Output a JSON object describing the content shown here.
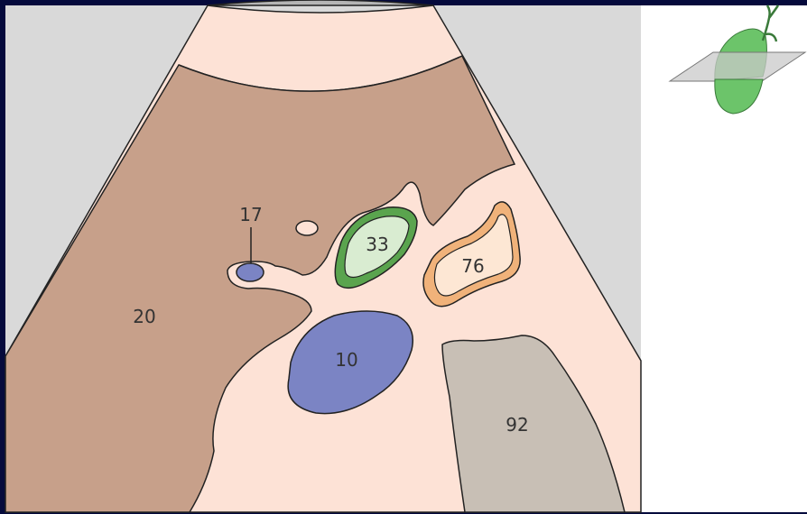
{
  "labels": {
    "a": "17",
    "b": "20",
    "c": "33",
    "d": "76",
    "e": "10",
    "f": "92"
  },
  "colors": {
    "background_frame": "#050a3c",
    "panel": "#d9d9d9",
    "fan": "#fde2d6",
    "brown_region": "#c7a08a",
    "blue_region": "#7b84c4",
    "green_region": "#5aa44e",
    "green_fill": "#d9ecd1",
    "orange_region": "#f0b27a",
    "orange_fill": "#fde7d4",
    "gray_region": "#c8bfb5",
    "outline": "#222222",
    "icon_green": "#6cc46a",
    "icon_plane": "#c9c9c9"
  },
  "icons": [
    "gallbladder-plane-icon"
  ]
}
